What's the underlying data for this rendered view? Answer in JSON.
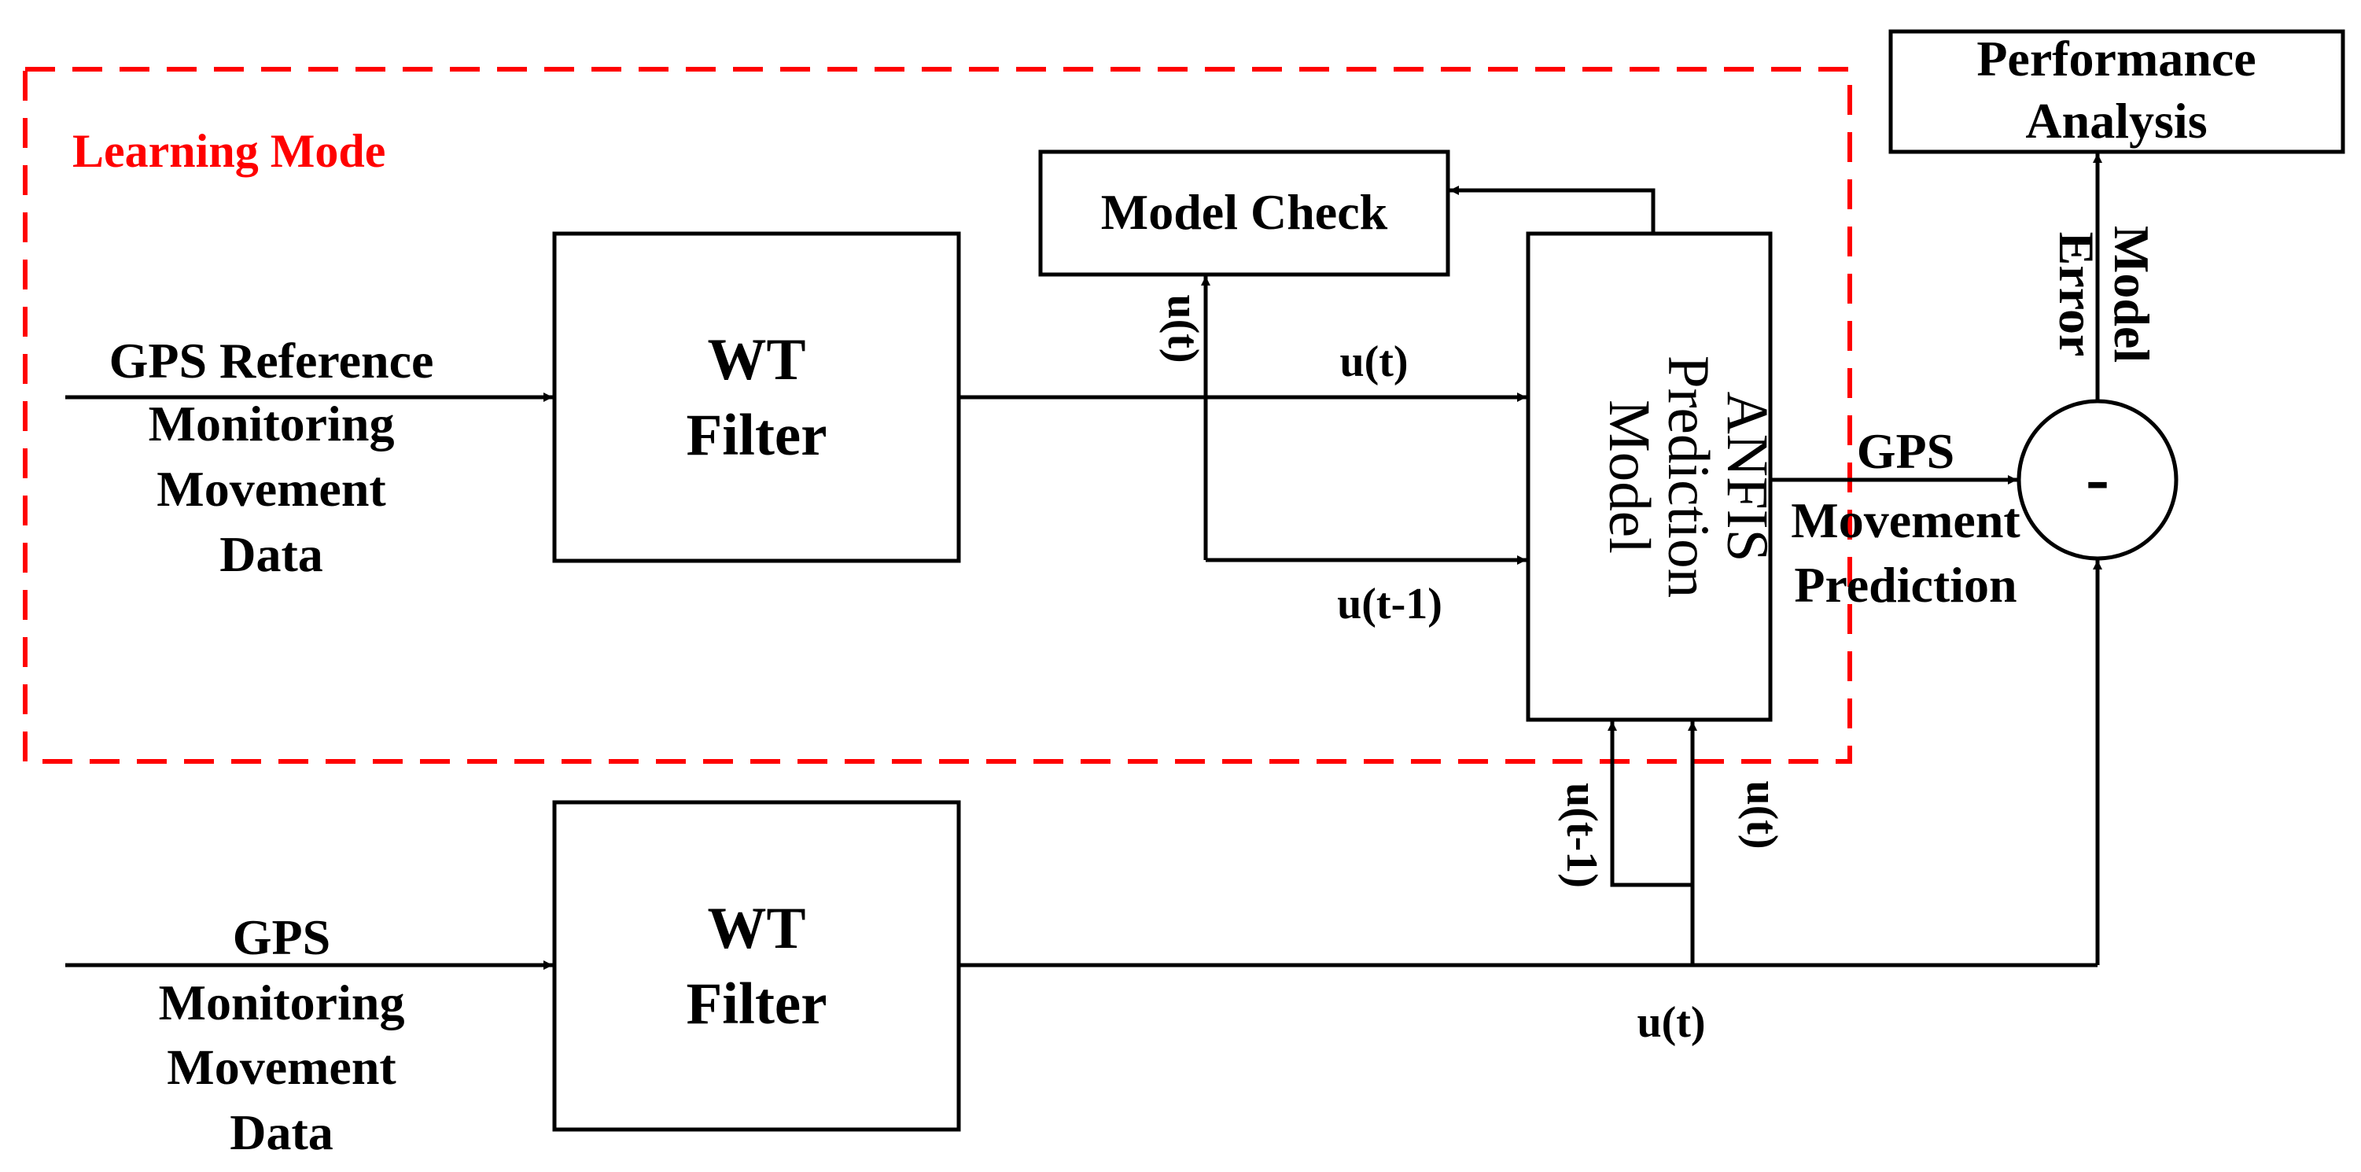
{
  "colors": {
    "learning_mode": "#ff0000",
    "ink": "#000000",
    "background": "#ffffff"
  },
  "learning_mode": {
    "label": "Learning Mode"
  },
  "inputs": {
    "reference": [
      "GPS Reference",
      "Monitoring",
      "Movement",
      "Data"
    ],
    "monitoring": [
      "GPS",
      "Monitoring",
      "Movement",
      "Data"
    ]
  },
  "wt_filter": {
    "lines": [
      "WT",
      "Filter"
    ]
  },
  "model_check": {
    "label": "Model Check"
  },
  "anfis": {
    "lines": [
      "ANFIS",
      "Prediction",
      "Model"
    ]
  },
  "performance": {
    "lines": [
      "Performance",
      "Analysis"
    ]
  },
  "subtractor": {
    "symbol": "-"
  },
  "model_error": {
    "lines": [
      "Model",
      "Error"
    ]
  },
  "prediction_output": [
    "GPS",
    "Movement",
    "Prediction"
  ],
  "signals": {
    "ut": "u(t)",
    "ut_minus_1": "u(t-1)"
  }
}
